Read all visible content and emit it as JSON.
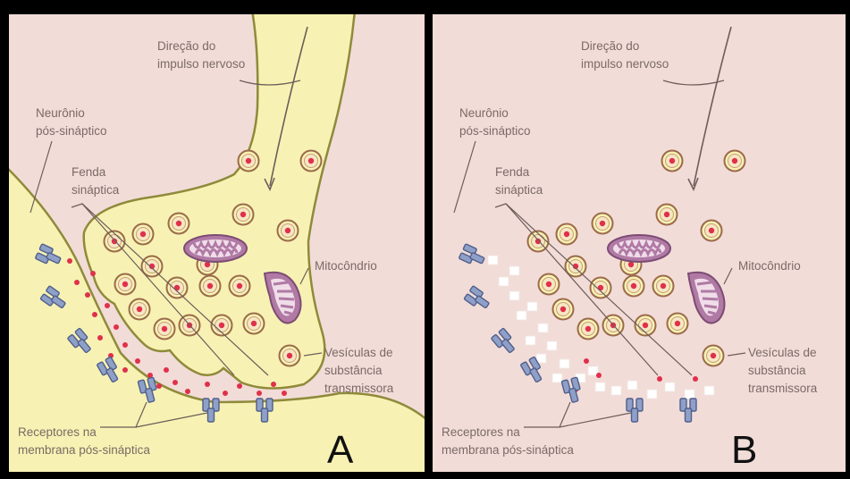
{
  "panels": [
    {
      "letter": "A",
      "labels": {
        "direction_line1": "Direção do",
        "direction_line2": "impulso nervoso",
        "postneuron_line1": "Neurônio",
        "postneuron_line2": "pós-sináptico",
        "cleft_line1": "Fenda",
        "cleft_line2": "sináptica",
        "mito": "Mitocôndrio",
        "vesicles_line1": "Vesículas de",
        "vesicles_line2": "substância",
        "vesicles_line3": "transmissora",
        "receptors_line1": "Receptores na",
        "receptors_line2": "membrana pós-sináptica"
      }
    },
    {
      "letter": "B",
      "labels": {
        "direction_line1": "Direção do",
        "direction_line2": "impulso nervoso",
        "postneuron_line1": "Neurônio",
        "postneuron_line2": "pós-sináptico",
        "cleft_line1": "Fenda",
        "cleft_line2": "sináptica",
        "mito": "Mitocôndrio",
        "vesicles_line1": "Vesículas de",
        "vesicles_line2": "substância",
        "vesicles_line3": "transmissora",
        "receptors_line1": "Receptores na",
        "receptors_line2": "membrana pós-sináptica"
      }
    }
  ],
  "colors": {
    "background": "#f2dcd8",
    "neuron": "#f7f2b3",
    "outline": "#8f8a3a",
    "vesicle_ring": "#9b6b4c",
    "neurotransmitter": "#e0304a",
    "receptor": "#8fa0c8",
    "mitochondrion": "#b07aa5"
  }
}
